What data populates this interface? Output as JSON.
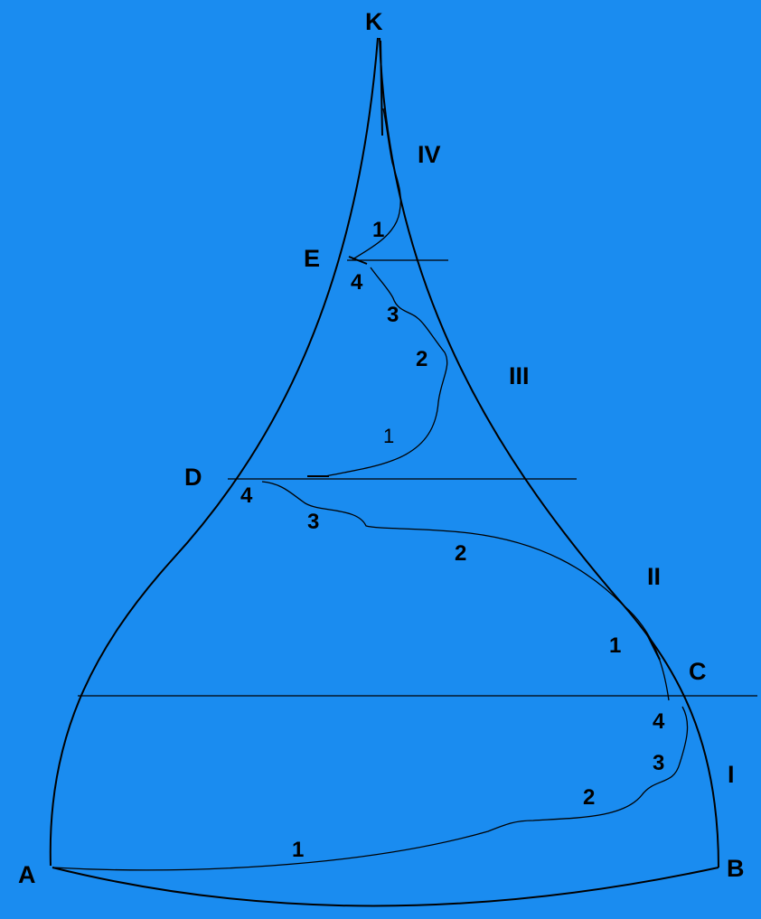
{
  "colors": {
    "background": "#1a8cf0",
    "ink": "#000000"
  },
  "points": {
    "A": "A",
    "B": "B",
    "C": "C",
    "D": "D",
    "E": "E",
    "K": "K"
  },
  "zones": {
    "I": "I",
    "II": "II",
    "III": "III",
    "IV": "IV"
  },
  "stage_labels": {
    "zone_I": [
      "1",
      "2",
      "3",
      "4"
    ],
    "zone_II": [
      "1",
      "2",
      "3",
      "4"
    ],
    "zone_III": [
      "1",
      "2",
      "3",
      "4"
    ],
    "zone_IV": [
      "1"
    ]
  }
}
